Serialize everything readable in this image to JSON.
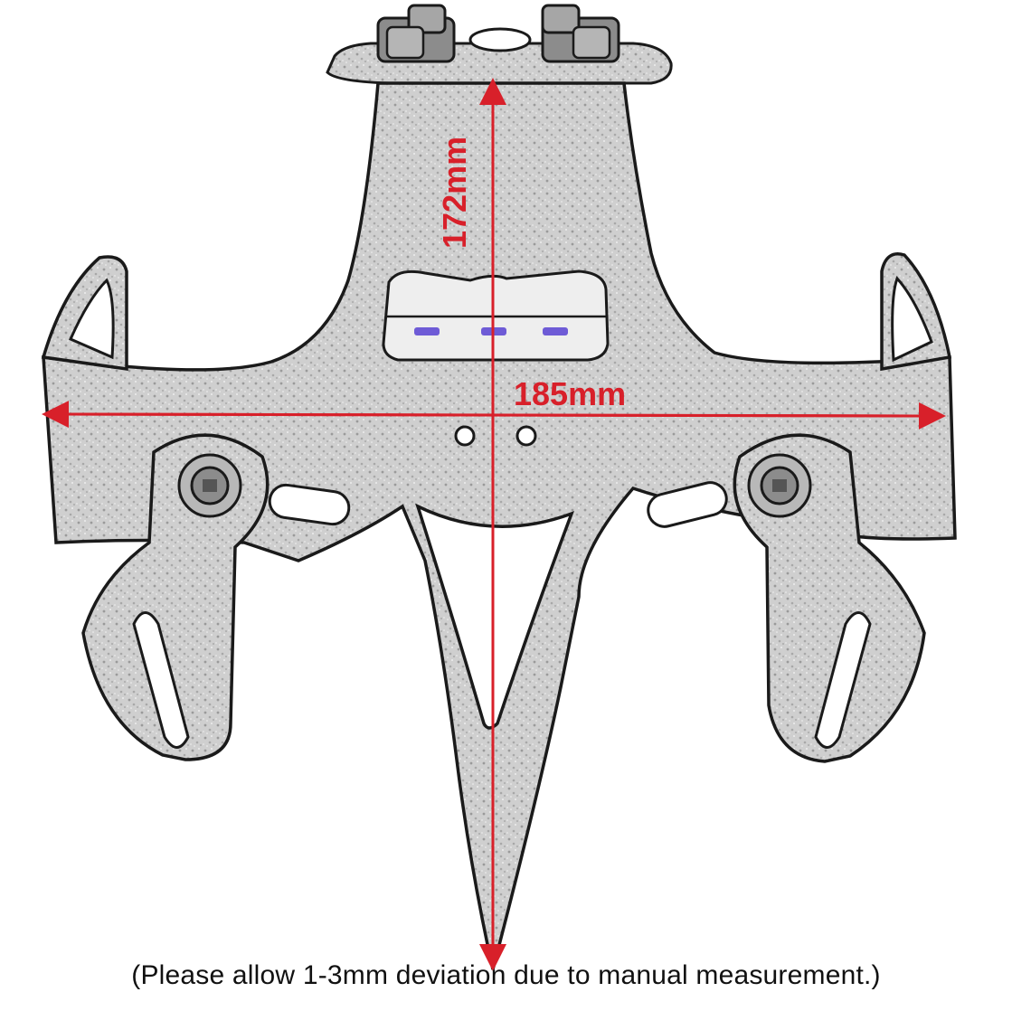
{
  "diagram": {
    "part_name_icon": "license-plate-bracket-icon",
    "dimensions": {
      "height_label": "172mm",
      "width_label": "185mm"
    },
    "note": "(Please allow 1-3mm deviation due to manual measurement.)",
    "colors": {
      "dimension": "#d8202a",
      "part_fill": "#c9c9c9",
      "part_outline": "#1a1a1a",
      "light_purple": "#6e5bd6"
    }
  }
}
